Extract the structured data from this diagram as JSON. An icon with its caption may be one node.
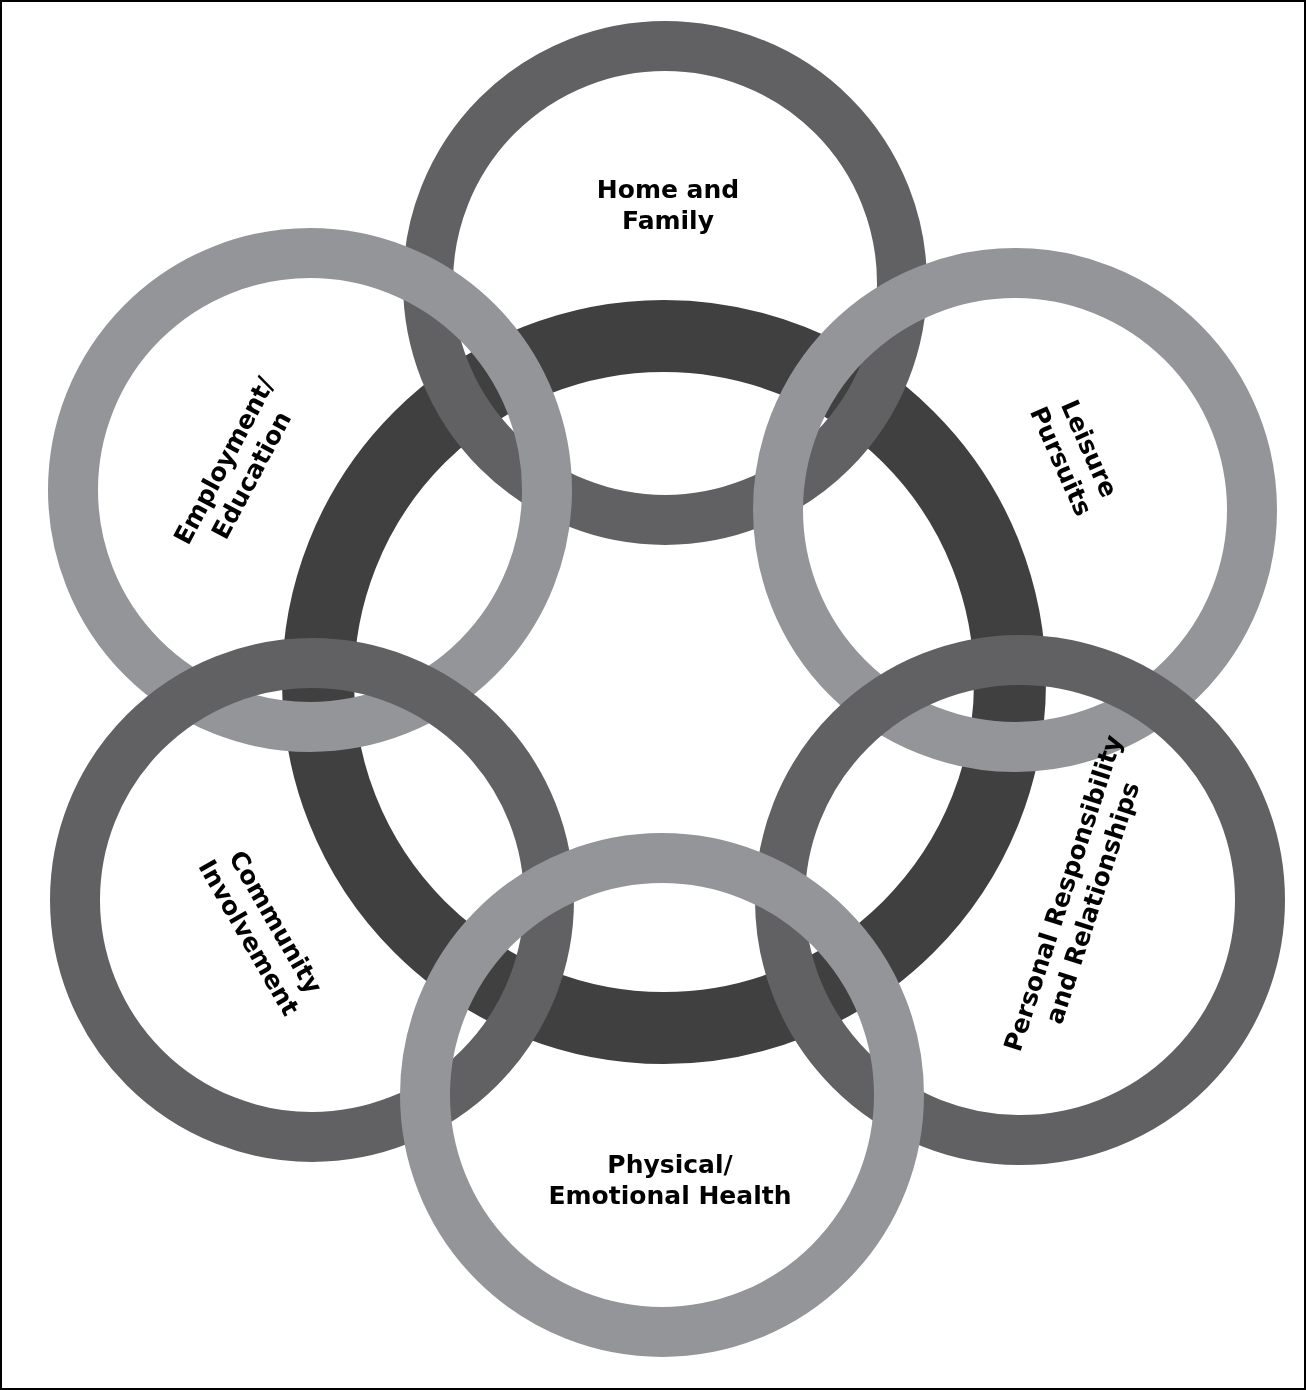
{
  "diagram": {
    "nodes": [
      {
        "text": [],
        "shape": "circle"
      },
      {
        "text": [
          "Home and Family"
        ]
      },
      {
        "text": [
          "Employment/ Education"
        ]
      },
      {
        "text": [
          "Leisure Pursuits"
        ]
      },
      {
        "text": [
          "Community Involvement"
        ]
      },
      {
        "text": [
          "Personal Responsibility and Relationships"
        ]
      },
      {
        "text": [
          "Physical/ Emotional Health"
        ]
      }
    ]
  }
}
